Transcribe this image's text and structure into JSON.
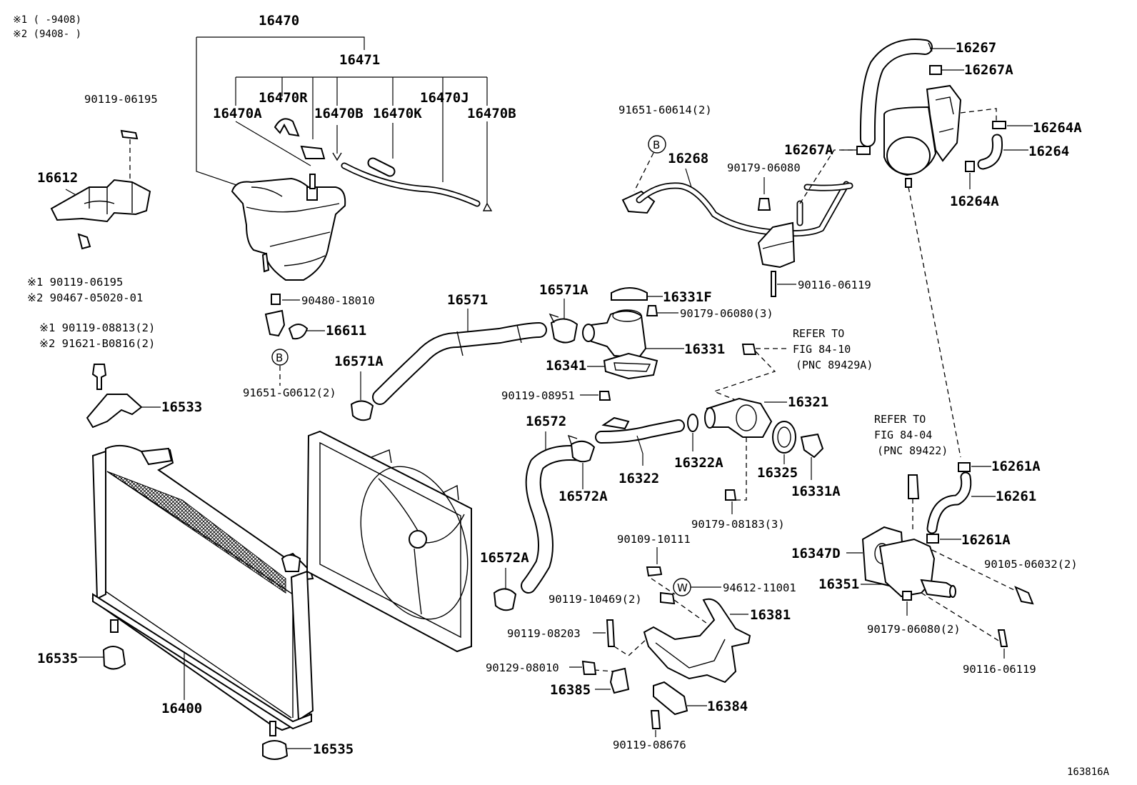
{
  "notes": {
    "line1": "※1 (      -9408)",
    "line2": "※2 (9408-      )"
  },
  "figure_id": "163816A",
  "symbols": {
    "b": "B",
    "w": "W"
  },
  "references": {
    "ref1": {
      "l1": "REFER TO",
      "l2": "FIG 84-10",
      "l3": "(PNC 89429A)"
    },
    "ref2": {
      "l1": "REFER TO",
      "l2": "FIG 84-04",
      "l3": "(PNC 89422)"
    }
  },
  "labels": {
    "p16470": "16470",
    "p16471": "16471",
    "p16470R": "16470R",
    "p16470J": "16470J",
    "p16470A": "16470A",
    "p16470B_1": "16470B",
    "p16470K": "16470K",
    "p16470B_2": "16470B",
    "s90119_06195_top": "90119-06195",
    "p16612": "16612",
    "s90119_06195_n1": "※1 90119-06195",
    "s90467_n2": "※2 90467-05020-01",
    "s90119_08813": "※1 90119-08813(2)",
    "s91621_B0816": "※2 91621-B0816(2)",
    "p16533": "16533",
    "s90480_18010": "90480-18010",
    "p16611": "16611",
    "s91651_G0612": "91651-G0612(2)",
    "p16571": "16571",
    "p16571A_1": "16571A",
    "p16571A_2": "16571A",
    "p16331F": "16331F",
    "s90179_06080_3": "90179-06080(3)",
    "p16331": "16331",
    "p16341": "16341",
    "s91651_60614": "91651-60614(2)",
    "p16268": "16268",
    "s90179_06080_a": "90179-06080",
    "s90116_06119_a": "90116-06119",
    "p16267": "16267",
    "p16267A_1": "16267A",
    "p16267A_2": "16267A",
    "p16264A_1": "16264A",
    "p16264": "16264",
    "p16264A_2": "16264A",
    "s90119_08951": "90119-08951",
    "p16321": "16321",
    "p16572": "16572",
    "p16322": "16322",
    "p16322A": "16322A",
    "p16325": "16325",
    "p16331A": "16331A",
    "p16572A_1": "16572A",
    "p16572A_2": "16572A",
    "s90179_08183": "90179-08183(3)",
    "p16261A_1": "16261A",
    "p16261": "16261",
    "p16261A_2": "16261A",
    "p16347D": "16347D",
    "p16351": "16351",
    "s90105_06032": "90105-06032(2)",
    "s90179_06080_2": "90179-06080(2)",
    "s90116_06119_b": "90116-06119",
    "s90109_10111": "90109-10111",
    "s94612_11001": "94612-11001",
    "s90119_10469": "90119-10469(2)",
    "p16381": "16381",
    "s90119_08203": "90119-08203",
    "s90129_08010": "90129-08010",
    "p16385": "16385",
    "p16384": "16384",
    "s90119_08676": "90119-08676",
    "p16535_1": "16535",
    "p16535_2": "16535",
    "p16400": "16400"
  }
}
